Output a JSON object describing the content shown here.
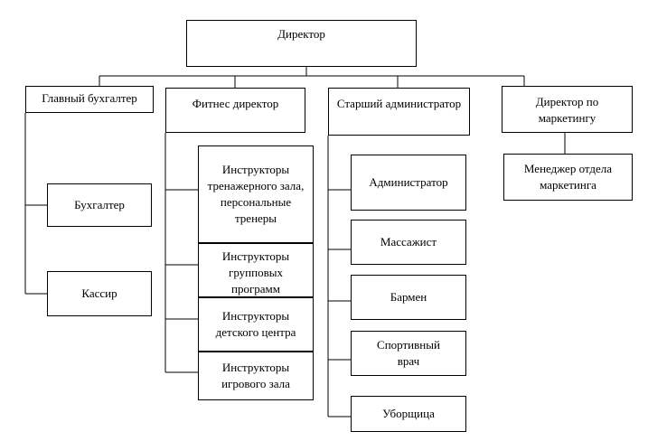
{
  "org_chart": {
    "director": "Директор",
    "chief_accountant": {
      "title": "Главный бухгалтер",
      "subordinates": [
        "Бухгалтер",
        "Кассир"
      ]
    },
    "fitness_director": {
      "title": "Фитнес директор",
      "subordinates": [
        "Инструкторы тренажерного зала, персональные тренеры",
        "Инструкторы групповых программ",
        "Инструкторы детского центра",
        "Инструкторы игрового зала"
      ]
    },
    "senior_administrator": {
      "title": "Старший администратор",
      "subordinates": [
        "Администратор",
        "Массажист",
        "Бармен",
        "Спортивный врач",
        "Уборщица"
      ]
    },
    "marketing_director": {
      "title": "Директор по маркетингу",
      "subordinates": [
        "Менеджер отдела маркетинга"
      ]
    }
  }
}
